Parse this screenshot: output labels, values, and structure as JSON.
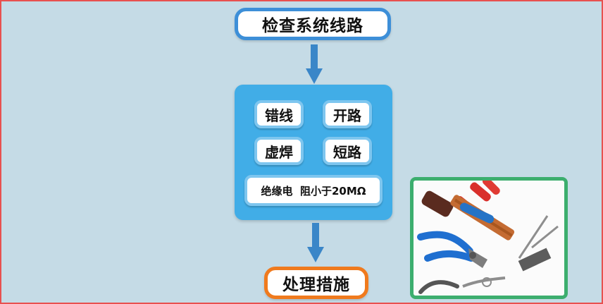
{
  "flow": {
    "top_node": "检查系统线路",
    "faults": [
      "错线",
      "开路",
      "虚焊",
      "短路"
    ],
    "insulation_note": "绝缘电  阻小于20MΩ",
    "bottom_node": "处理措施"
  },
  "colors": {
    "background": "#c5dbe6",
    "frame_border": "#e8504f",
    "top_node_border": "#3d8fd8",
    "panel": "#41ade7",
    "chip_border": "#7ec6ef",
    "arrow": "#3a86c8",
    "bottom_node_border": "#f07a1d",
    "photo_frame_border": "#3cae6e"
  },
  "icons": {
    "arrow": "arrow-down-icon",
    "photo": "tools-photo"
  }
}
